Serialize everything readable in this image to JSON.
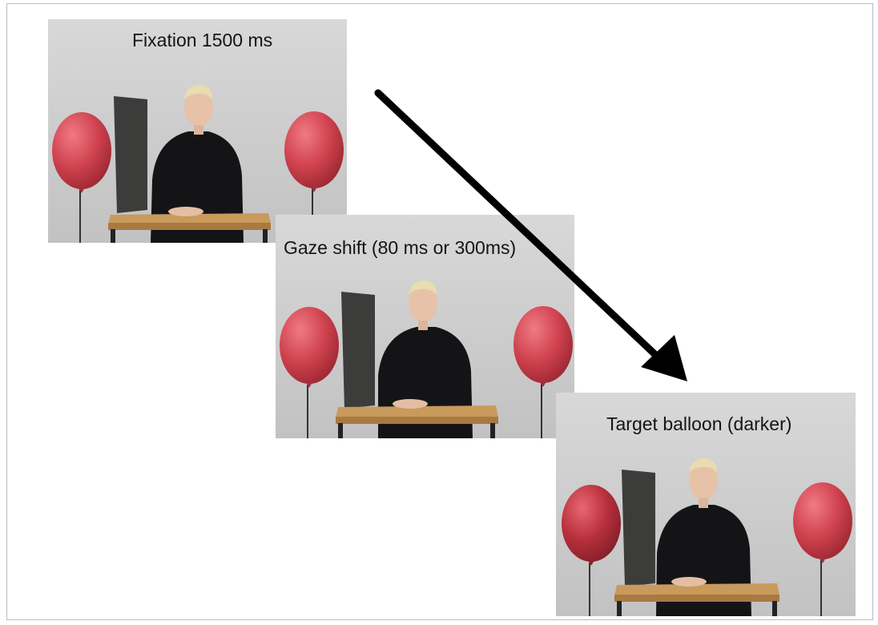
{
  "panels": [
    {
      "id": "fixation",
      "caption": "Fixation 1500 ms"
    },
    {
      "id": "gaze-shift",
      "caption": "Gaze shift (80 ms or 300ms)"
    },
    {
      "id": "target",
      "caption": "Target balloon (darker)"
    }
  ],
  "colors": {
    "balloon": "#d0434f",
    "balloon_dark": "#b8303c",
    "background": "#cfcfd0",
    "table": "#c89a5c",
    "board": "#3c3c3a",
    "clothing": "#141417",
    "arrow": "#000000"
  },
  "icons": [
    "down-right-arrow-icon"
  ]
}
